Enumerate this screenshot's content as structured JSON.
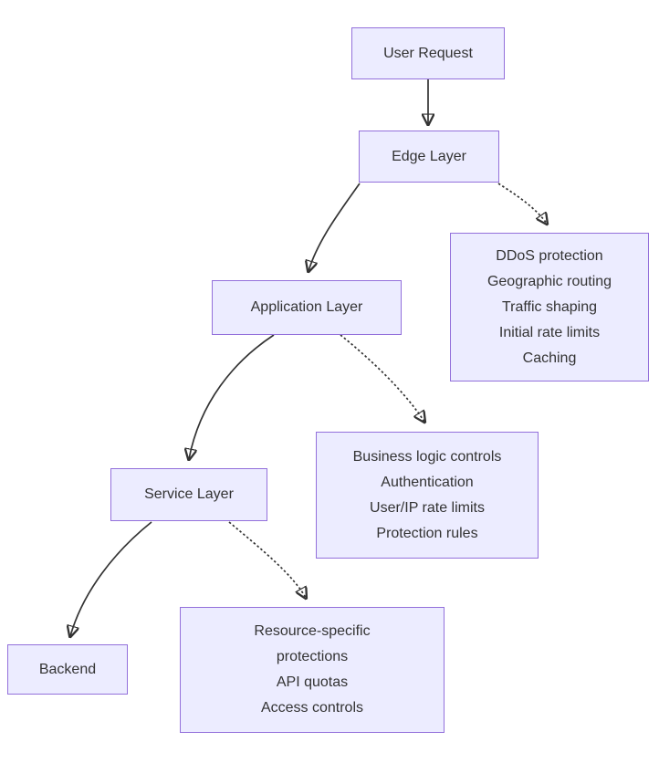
{
  "diagram": {
    "type": "flowchart",
    "nodes": {
      "user_request": {
        "label": "User Request"
      },
      "edge_layer": {
        "label": "Edge Layer"
      },
      "application_layer": {
        "label": "Application Layer"
      },
      "service_layer": {
        "label": "Service Layer"
      },
      "backend": {
        "label": "Backend"
      },
      "edge_functions": {
        "lines": [
          "DDoS protection",
          "Geographic routing",
          "Traffic shaping",
          "Initial rate limits",
          "Caching"
        ]
      },
      "application_functions": {
        "lines": [
          "Business logic controls",
          "Authentication",
          "User/IP rate limits",
          "Protection rules"
        ]
      },
      "service_functions": {
        "lines": [
          "Resource-specific",
          "protections",
          "API quotas",
          "Access controls"
        ]
      }
    },
    "edges": [
      {
        "from": "user_request",
        "to": "edge_layer",
        "style": "solid"
      },
      {
        "from": "edge_layer",
        "to": "application_layer",
        "style": "solid"
      },
      {
        "from": "edge_layer",
        "to": "edge_functions",
        "style": "dotted"
      },
      {
        "from": "application_layer",
        "to": "service_layer",
        "style": "solid"
      },
      {
        "from": "application_layer",
        "to": "application_functions",
        "style": "dotted"
      },
      {
        "from": "service_layer",
        "to": "backend",
        "style": "solid"
      },
      {
        "from": "service_layer",
        "to": "service_functions",
        "style": "dotted"
      }
    ],
    "colors": {
      "background": "#ffffff",
      "node_fill": "#ECECFF",
      "node_border": "#9370DB",
      "text": "#333333",
      "arrow": "#333333"
    }
  }
}
